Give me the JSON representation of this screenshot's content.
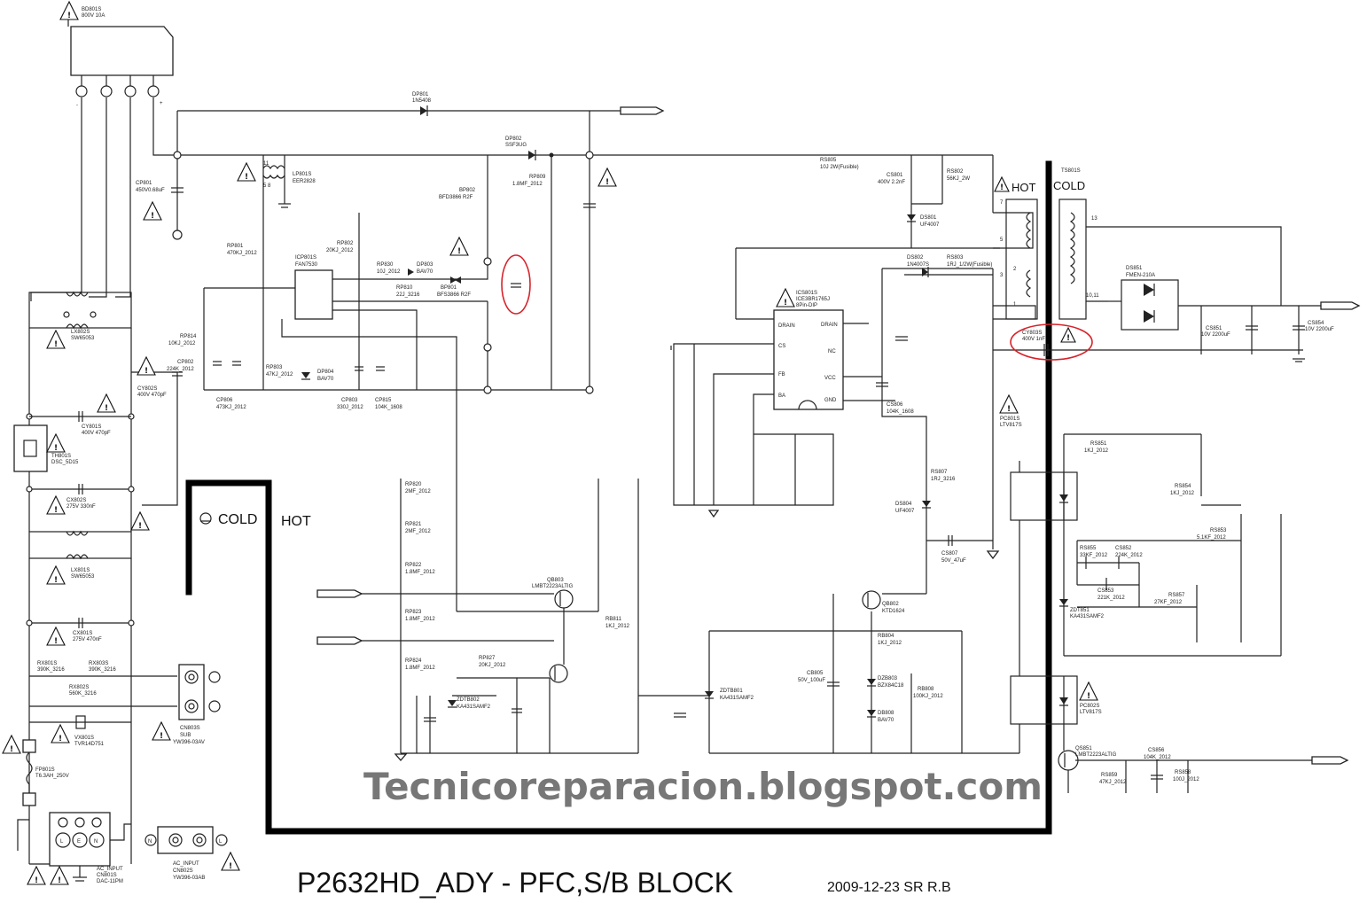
{
  "title": "P2632HD_ADY - PFC,S/B BLOCK",
  "revision": "2009-12-23 SR R.B",
  "watermark": "Tecnicoreparacion.blogspot.com",
  "isolation": {
    "left_cold": "COLD",
    "left_hot": "HOT",
    "right_hot": "HOT",
    "right_cold": "COLD"
  },
  "connectors": {
    "cn803s_ref": "CN803S",
    "cn803s_sub": "SUB",
    "cn803s_part": "YW396-03AV",
    "ac_input_ref": "AC_INPUT",
    "ac_input_part": "CN802S",
    "ac_input_model": "YW396-03AB",
    "ac_input2_label": "AC_INPUT",
    "ac_input2_ref": "CN801S",
    "ac_input2_part": "DAC-11PM",
    "ac_pins": [
      "L",
      "E",
      "N"
    ],
    "ac2_pins": [
      "N",
      "L"
    ]
  },
  "components": {
    "bd801s_ref": "BD801S",
    "bd801s_val": "800V 10A",
    "dp801_ref": "DP801",
    "dp801_val": "1N5408",
    "dp802_ref": "DP802",
    "dp802_val": "SSF3UG",
    "cp801_ref": "CP801",
    "cp801_val": "450V0.68uF",
    "lp801s_ref": "LP801S",
    "lp801s_val": "EER2828",
    "rp801_ref": "RP801",
    "rp801_val": "470KJ_2012",
    "rp802_ref": "RP802",
    "rp802_val": "20KJ_2012",
    "icp801s_ref": "ICP801S",
    "icp801s_val": "FAN7530",
    "rp830_ref": "RP830",
    "rp830_val": "10J_2012",
    "dp803_ref": "DP803",
    "dp803_val": "BAV70",
    "rp810_ref": "RP810",
    "rp810_val": "22J_3216",
    "bp802_ref": "BP802",
    "bp802_val": "BFD3866 R2F",
    "bp801_ref": "BP801",
    "bp801_val": "BFS3866 R2F",
    "rp809_ref": "RP809",
    "rp809_val": "1.8MF_2012",
    "cp802_ref": "CP802",
    "cp802_val": "224K_2012",
    "rp814_ref": "RP814",
    "rp814_val": "10KJ_2012",
    "cp806_ref": "CP806",
    "cp806_val": "473KJ_2012",
    "rp803_ref": "RP803",
    "rp803_val": "47KJ_2012",
    "dp804_ref": "DP804",
    "dp804_val": "BAV70",
    "cp803_ref": "CP803",
    "cp803_val": "330J_2012",
    "cp815_ref": "CP815",
    "cp815_val": "104K_1608",
    "cy802s_ref": "CY802S",
    "cy802s_val": "400V 470pF",
    "cy801s_ref": "CY801S",
    "cy801s_val": "400V 470pF",
    "lx802s_ref": "LX802S",
    "lx802s_val": "SW65053",
    "lx801s_ref": "LX801S",
    "lx801s_val": "SW65053",
    "th801s_ref": "TH801S",
    "th801s_val": "DSC_5D15",
    "cx802s_ref": "CX802S",
    "cx802s_val": "275V 330nF",
    "cx801s_ref": "CX801S",
    "cx801s_val": "275V 470nF",
    "rx801s_ref": "RX801S",
    "rx801s_val": "390K_3216",
    "rx803s_ref": "RX803S",
    "rx803s_val": "390K_3216",
    "rx802s_ref": "RX802S",
    "rx802s_val": "560K_3216",
    "vx801s_ref": "VX801S",
    "vx801s_val": "TVR14D751",
    "fp801s_ref": "FP801S",
    "fp801s_val": "T6.3AH_250V",
    "rs805_ref": "RS805",
    "rs805_val": "10J 2W(Fusible)",
    "cs801_ref": "CS801",
    "cs801_val": "400V 2.2nF",
    "rs802_ref": "RS802",
    "rs802_val": "56KJ_2W",
    "ds801_ref": "DS801",
    "ds801_val": "UF4007",
    "ds802_ref": "DS802",
    "ds802_val": "1N4007S",
    "rs803_ref": "RS803",
    "rs803_val": "1RJ_1/2W(Fusible)",
    "ics801s_ref": "ICS801S",
    "ics801s_val": "ICE3BR1765J",
    "ics801s_pkg": "8Pin-DIP",
    "ics_pins": [
      "DRAIN",
      "CS",
      "FB",
      "BA",
      "DRAIN",
      "NC",
      "VCC",
      "GND"
    ],
    "cs806_ref": "CS806",
    "cs806_val": "104K_1608",
    "rs807_ref": "RS807",
    "rs807_val": "1RJ_3216",
    "ds804_ref": "DS804",
    "ds804_val": "UF4007",
    "cs807_ref": "CS807",
    "cs807_val": "50V_47uF",
    "ts801s_ref": "TS801S",
    "ds851_ref": "DS851",
    "ds851_val": "FMEN-210A",
    "cs851_ref": "CS851",
    "cs851_val": "10V 2200uF",
    "cs854_ref": "CS854",
    "cs854_val": "10V 2200uF",
    "cy803s_ref": "CY803S",
    "cy803s_val": "400V 1nF",
    "pc801s_ref": "PC801S",
    "pc801s_val": "LTV817S",
    "pc802s_ref": "PC802S",
    "pc802s_val": "LTV817S",
    "rs851_ref": "RS851",
    "rs851_val": "1KJ_2012",
    "rs854_ref": "RS854",
    "rs854_val": "1KJ_2012",
    "rs853_ref": "RS853",
    "rs853_val": "5.1KF_2012",
    "rs855_ref": "RS855",
    "rs855_val": "33KF_2012",
    "cs852_ref": "CS852",
    "cs852_val": "224K_2012",
    "cs853_ref": "CS853",
    "cs853_val": "221K_2012",
    "rs857_ref": "RS857",
    "rs857_val": "27KF_2012",
    "zdt851_ref": "ZDT851",
    "zdt851_val": "KA431SAMF2",
    "qs851_ref": "QS851",
    "qs851_val": "LMBT2223ALTIG",
    "cs856_ref": "CS856",
    "cs856_val": "104K_2012",
    "rs859_ref": "RS859",
    "rs859_val": "47KJ_2012",
    "rs858_ref": "RS858",
    "rs858_val": "100J_2012",
    "rp820_ref": "RP820",
    "rp820_val": "2MF_2012",
    "rp821_ref": "RP821",
    "rp821_val": "2MF_2012",
    "rp822_ref": "RP822",
    "rp822_val": "1.8MF_2012",
    "rp823_ref": "RP823",
    "rp823_val": "1.8MF_2012",
    "rp824_ref": "RP824",
    "rp824_val": "1.8MF_2012",
    "qb803_ref": "QB803",
    "qb803_val": "LMBT2223ALTIG",
    "rb811_ref": "RB811",
    "rb811_val": "1KJ_2012",
    "rp827_ref": "RP827",
    "rp827_val": "20KJ_2012",
    "zdtb802_ref": "ZDTB802",
    "zdtb802_val": "KA431SAMF2",
    "zdtb801_ref": "ZDTB801",
    "zdtb801_val": "KA431SAMF2",
    "qb802_ref": "QB802",
    "qb802_val": "KTD1624",
    "rb804_ref": "RB804",
    "rb804_val": "1KJ_2012",
    "cb805_ref": "CB805",
    "cb805_val": "50V_100uF",
    "dzb803_ref": "DZB803",
    "dzb803_val": "BZX84C18",
    "rb808_ref": "RB808",
    "rb808_val": "100KJ_2012",
    "db808_ref": "DB808",
    "db808_val": "BAV70"
  }
}
